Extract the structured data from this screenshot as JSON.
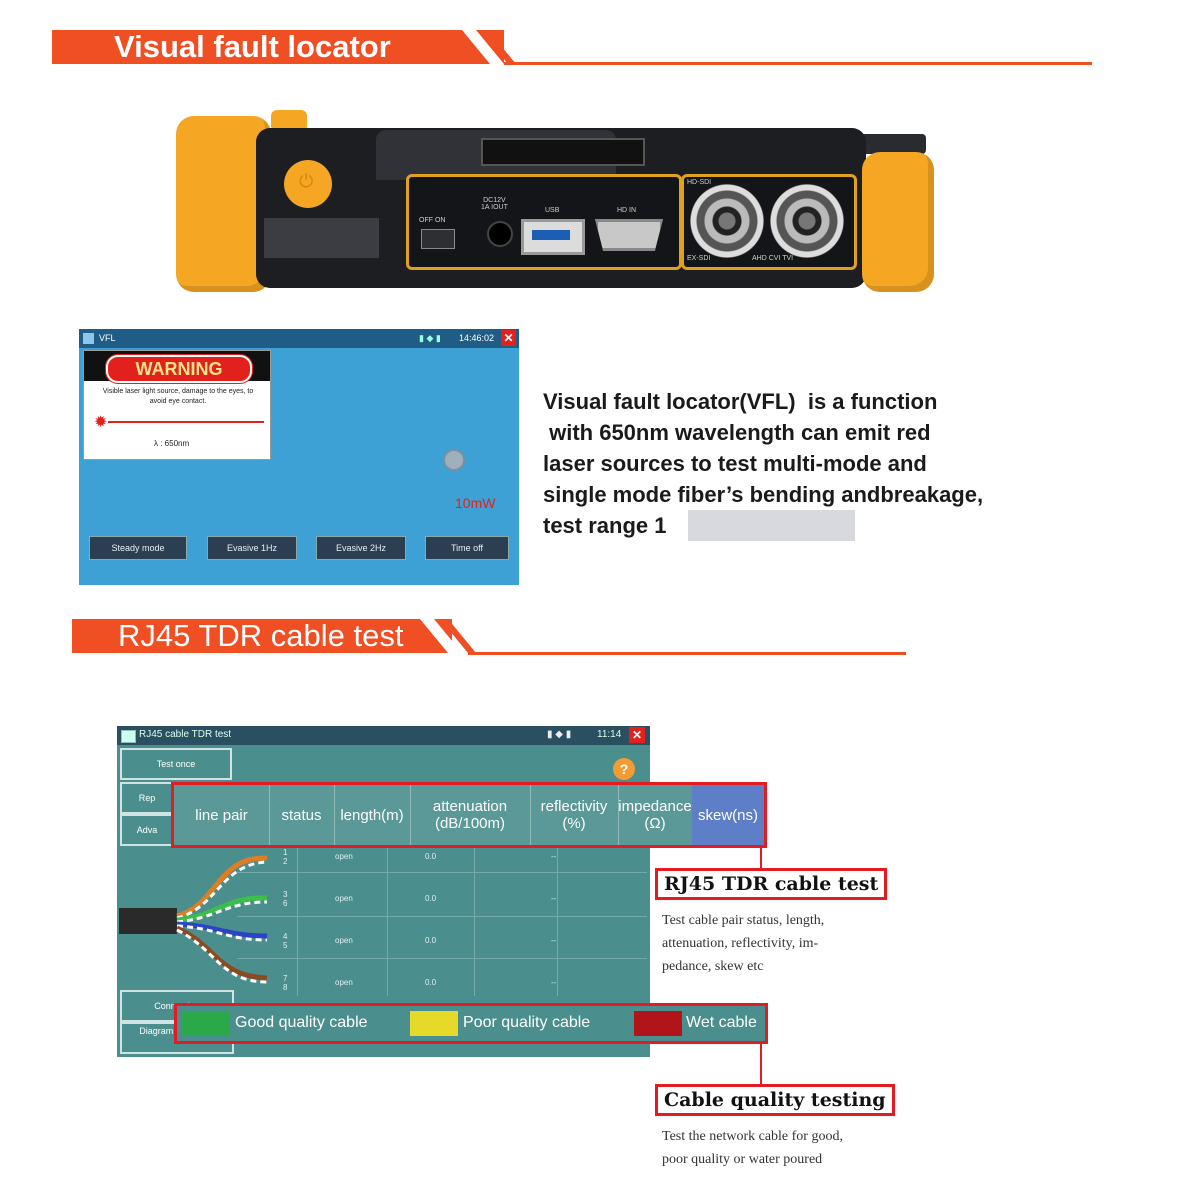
{
  "sections": {
    "vfl_title": "Visual fault locator",
    "tdr_title": "RJ45 TDR cable test"
  },
  "device": {
    "labels": {
      "off_on": "OFF  ON",
      "dc": "DC12V\n1A IOUT",
      "usb": "USB",
      "hdin": "HD IN",
      "hdsdi": "HD-SDI",
      "exsdi": "EX-SDI",
      "ahd": "AHD CVI TVI"
    }
  },
  "vfl_screen": {
    "title": "VFL",
    "time": "14:46:02",
    "warning": "WARNING",
    "warning_text": "Visible laser light source, damage to the eyes, to avoid eye contact.",
    "wavelength": "λ : 650nm",
    "power": "10mW",
    "buttons": [
      "Steady mode",
      "Evasive 1Hz",
      "Evasive 2Hz",
      "Time off"
    ]
  },
  "vfl_description": {
    "line1": "Visual fault locator(VFL)  is a function",
    "line2": " with 650nm wavelength can emit red",
    "line3": "laser sources to test multi-mode and",
    "line4": "single mode fiber’s bending andbreakage,",
    "line5": "test range 1"
  },
  "tdr_screen": {
    "title": "RJ45 cable TDR test",
    "time": "11:14",
    "side_buttons": [
      "Test once",
      "Rep",
      "Adva",
      "Connection",
      "Diagram sequence"
    ],
    "headers": [
      "line pair",
      "status",
      "length(m)",
      "attenuation\n(dB/100m)",
      "reflectivity\n(%)",
      "impedance\n(Ω)",
      "skew(ns)"
    ],
    "rows": [
      {
        "pair": "1\n2",
        "status": "open",
        "length": "0.0",
        "refl": "--"
      },
      {
        "pair": "3\n6",
        "status": "open",
        "length": "0.0",
        "refl": "--"
      },
      {
        "pair": "4\n5",
        "status": "open",
        "length": "0.0",
        "refl": "--"
      },
      {
        "pair": "7\n8",
        "status": "open",
        "length": "0.0",
        "refl": "--"
      }
    ],
    "quality": [
      {
        "label": "Good quality cable",
        "color": "#2aa84a"
      },
      {
        "label": "Poor quality cable",
        "color": "#e7d92a"
      },
      {
        "label": "Wet cable",
        "color": "#b1151a"
      }
    ]
  },
  "callouts": {
    "tdr": {
      "title": "RJ45 TDR cable test",
      "text": [
        "Test cable pair status, length,",
        "attenuation, reflectivity, im-",
        "pedance, skew etc"
      ]
    },
    "quality": {
      "title": "Cable quality testing",
      "text": [
        "Test the network cable for good,",
        "poor quality or water poured"
      ]
    }
  },
  "colors": {
    "accent": "#f04e23",
    "callout_red": "#e31b23",
    "vfl_bg": "#3da1d6",
    "tdr_bg": "#4a8f8d"
  }
}
